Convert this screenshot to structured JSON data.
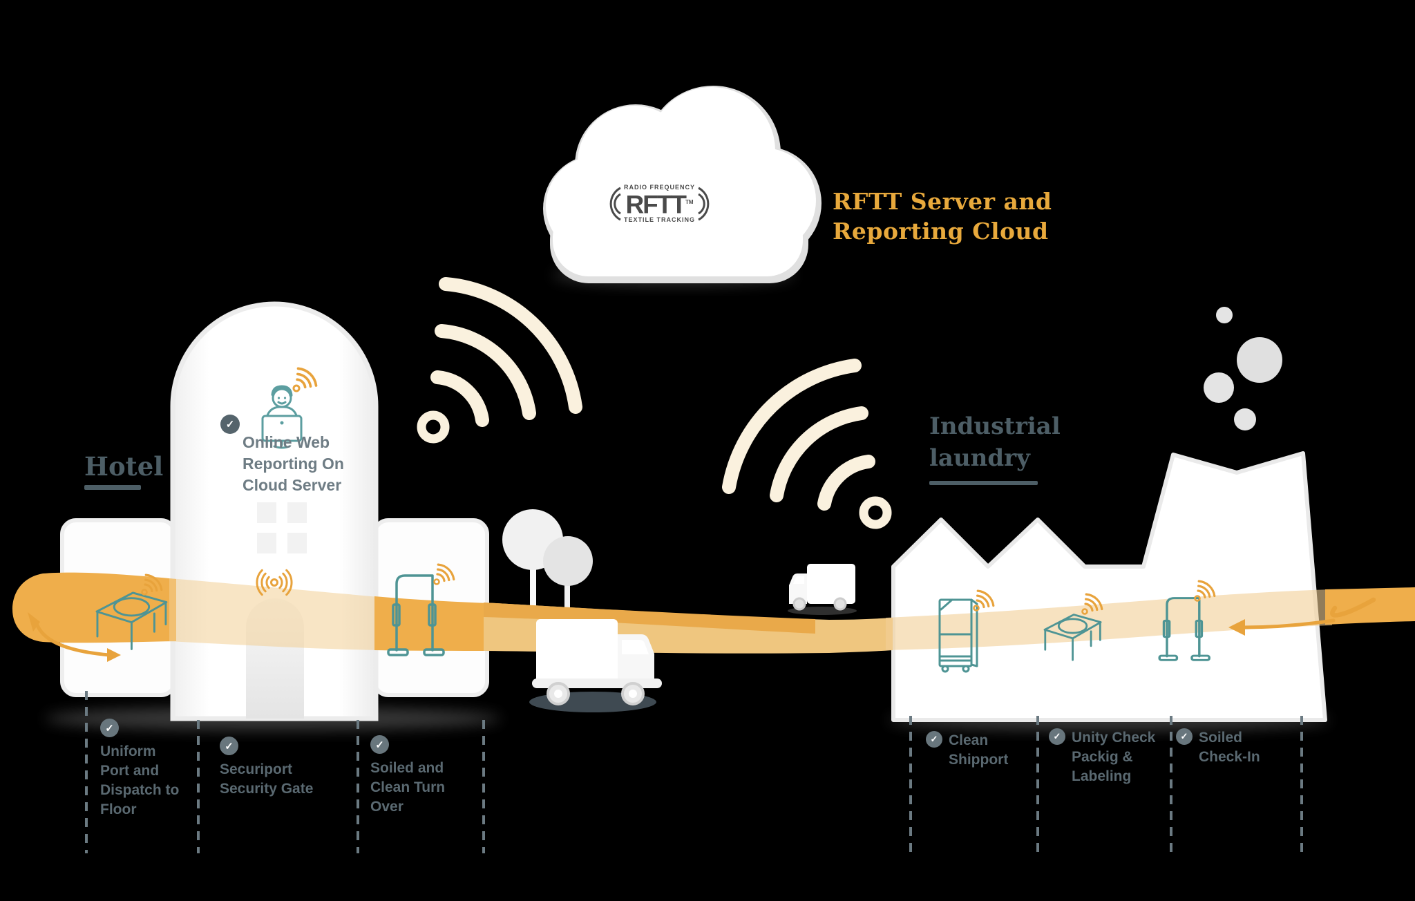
{
  "colors": {
    "accent_orange": "#E8A33C",
    "ribbon_dark": "#EFAE4B",
    "ribbon_mid": "#EFC67F",
    "ribbon_light": "#F3D7A4",
    "cream_wifi": "#FAF1DE",
    "teal_icon": "#4E9494",
    "slate_heading": "#4D5E66",
    "label_text": "#5A6971",
    "logo_gray": "#4A4A4A"
  },
  "icons": {
    "check": "✓"
  },
  "cloud": {
    "logo": {
      "radio": "RADIO FREQUENCY",
      "name": "RFTT",
      "tm": "TM",
      "textile": "TEXTILE TRACKING"
    },
    "title": {
      "line1": "RFTT Server and",
      "line2": "Reporting Cloud"
    }
  },
  "hotel": {
    "heading": "Hotel",
    "note": {
      "line1": "Online Web",
      "line2": "Reporting On",
      "line3": "Cloud Server"
    },
    "steps": [
      {
        "lines": [
          "Uniform",
          "Port and",
          "Dispatch to",
          "Floor"
        ]
      },
      {
        "lines": [
          "Securiport",
          "Security Gate"
        ]
      },
      {
        "lines": [
          "Soiled and",
          "Clean Turn",
          "Over"
        ]
      }
    ]
  },
  "laundry": {
    "heading": {
      "line1": "Industrial",
      "line2": "laundry"
    },
    "steps": [
      {
        "lines": [
          "Clean",
          "Shipport"
        ]
      },
      {
        "lines": [
          "Unity Check",
          "Packig &",
          "Labeling"
        ]
      },
      {
        "lines": [
          "Soiled",
          "Check-In"
        ]
      }
    ]
  }
}
